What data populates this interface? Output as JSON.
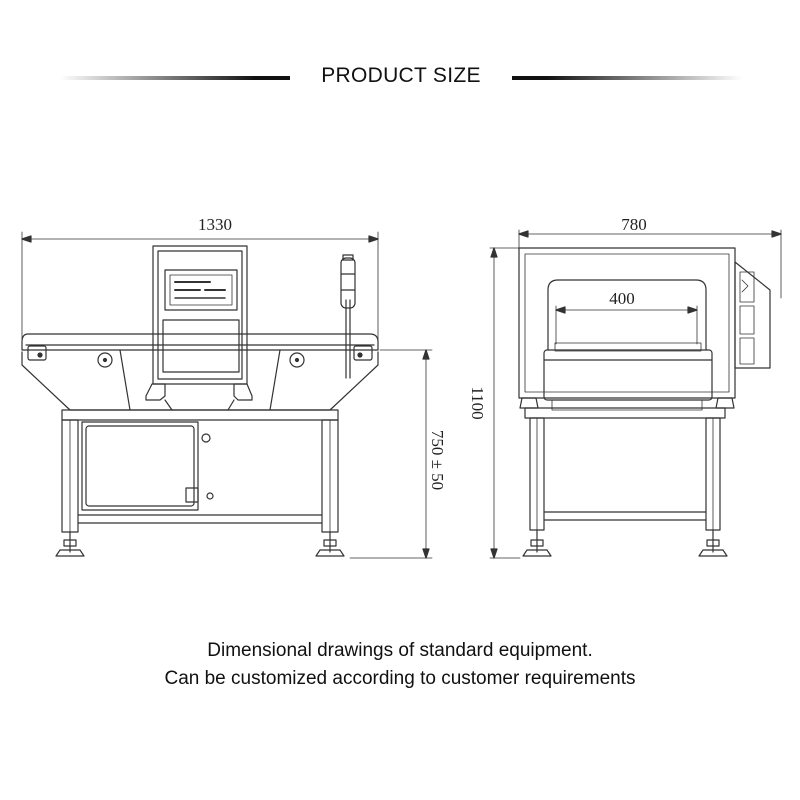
{
  "header": {
    "title": "PRODUCT SIZE"
  },
  "dimensions": {
    "front_width": "1330",
    "side_width": "780",
    "aperture_width": "400",
    "total_height": "1100",
    "conveyor_height": "750 ± 50"
  },
  "caption": {
    "line1": "Dimensional drawings of standard equipment.",
    "line2": "Can be customized according to customer requirements"
  }
}
